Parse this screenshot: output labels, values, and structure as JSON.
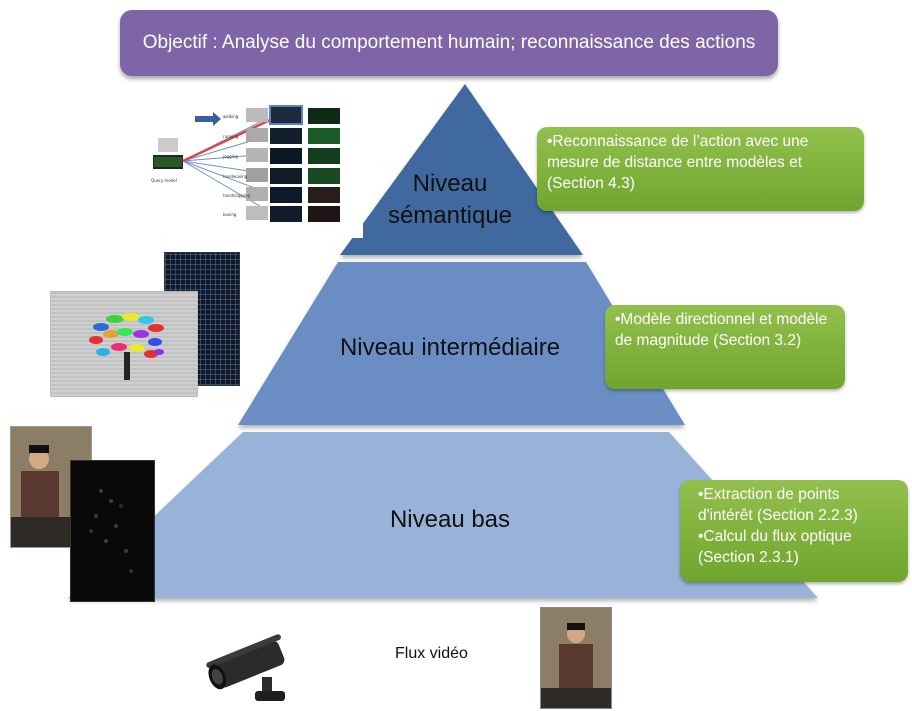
{
  "objective": "Objectif : Analyse du comportement humain; reconnaissance des actions",
  "levels": {
    "semantic": {
      "label": "Niveau sémantique",
      "color": "#41699f"
    },
    "intermediate": {
      "label": "Niveau intermédiaire",
      "color": "#6a8ec4"
    },
    "low": {
      "label": "Niveau bas",
      "color": "#99b2d8"
    }
  },
  "callouts": {
    "semantic": {
      "line1": "•Reconnaissance de l’action  avec une mesure de distance entre modèles et (Section 4.3)"
    },
    "intermediate": {
      "line1": "•Modèle directionnel et modèle de magnitude (Section 3.2)"
    },
    "low": {
      "line1": "•Extraction de points d'intérêt (Section 2.2.3)",
      "line2": "•Calcul du flux optique (Section 2.3.1)"
    }
  },
  "flux_label": "Flux vidéo",
  "semantic_thumb": {
    "row_labels": [
      "walking",
      "running",
      "jogging",
      "handwaving",
      "handclapping",
      "boxing"
    ],
    "query_label": "Query model"
  },
  "colors": {
    "objective_bg": "#7f65a8",
    "callout_green": "#7aae37",
    "text_dark": "#111111"
  },
  "icons": {
    "camera": "security-camera-icon",
    "arrow": "right-arrow-icon"
  }
}
